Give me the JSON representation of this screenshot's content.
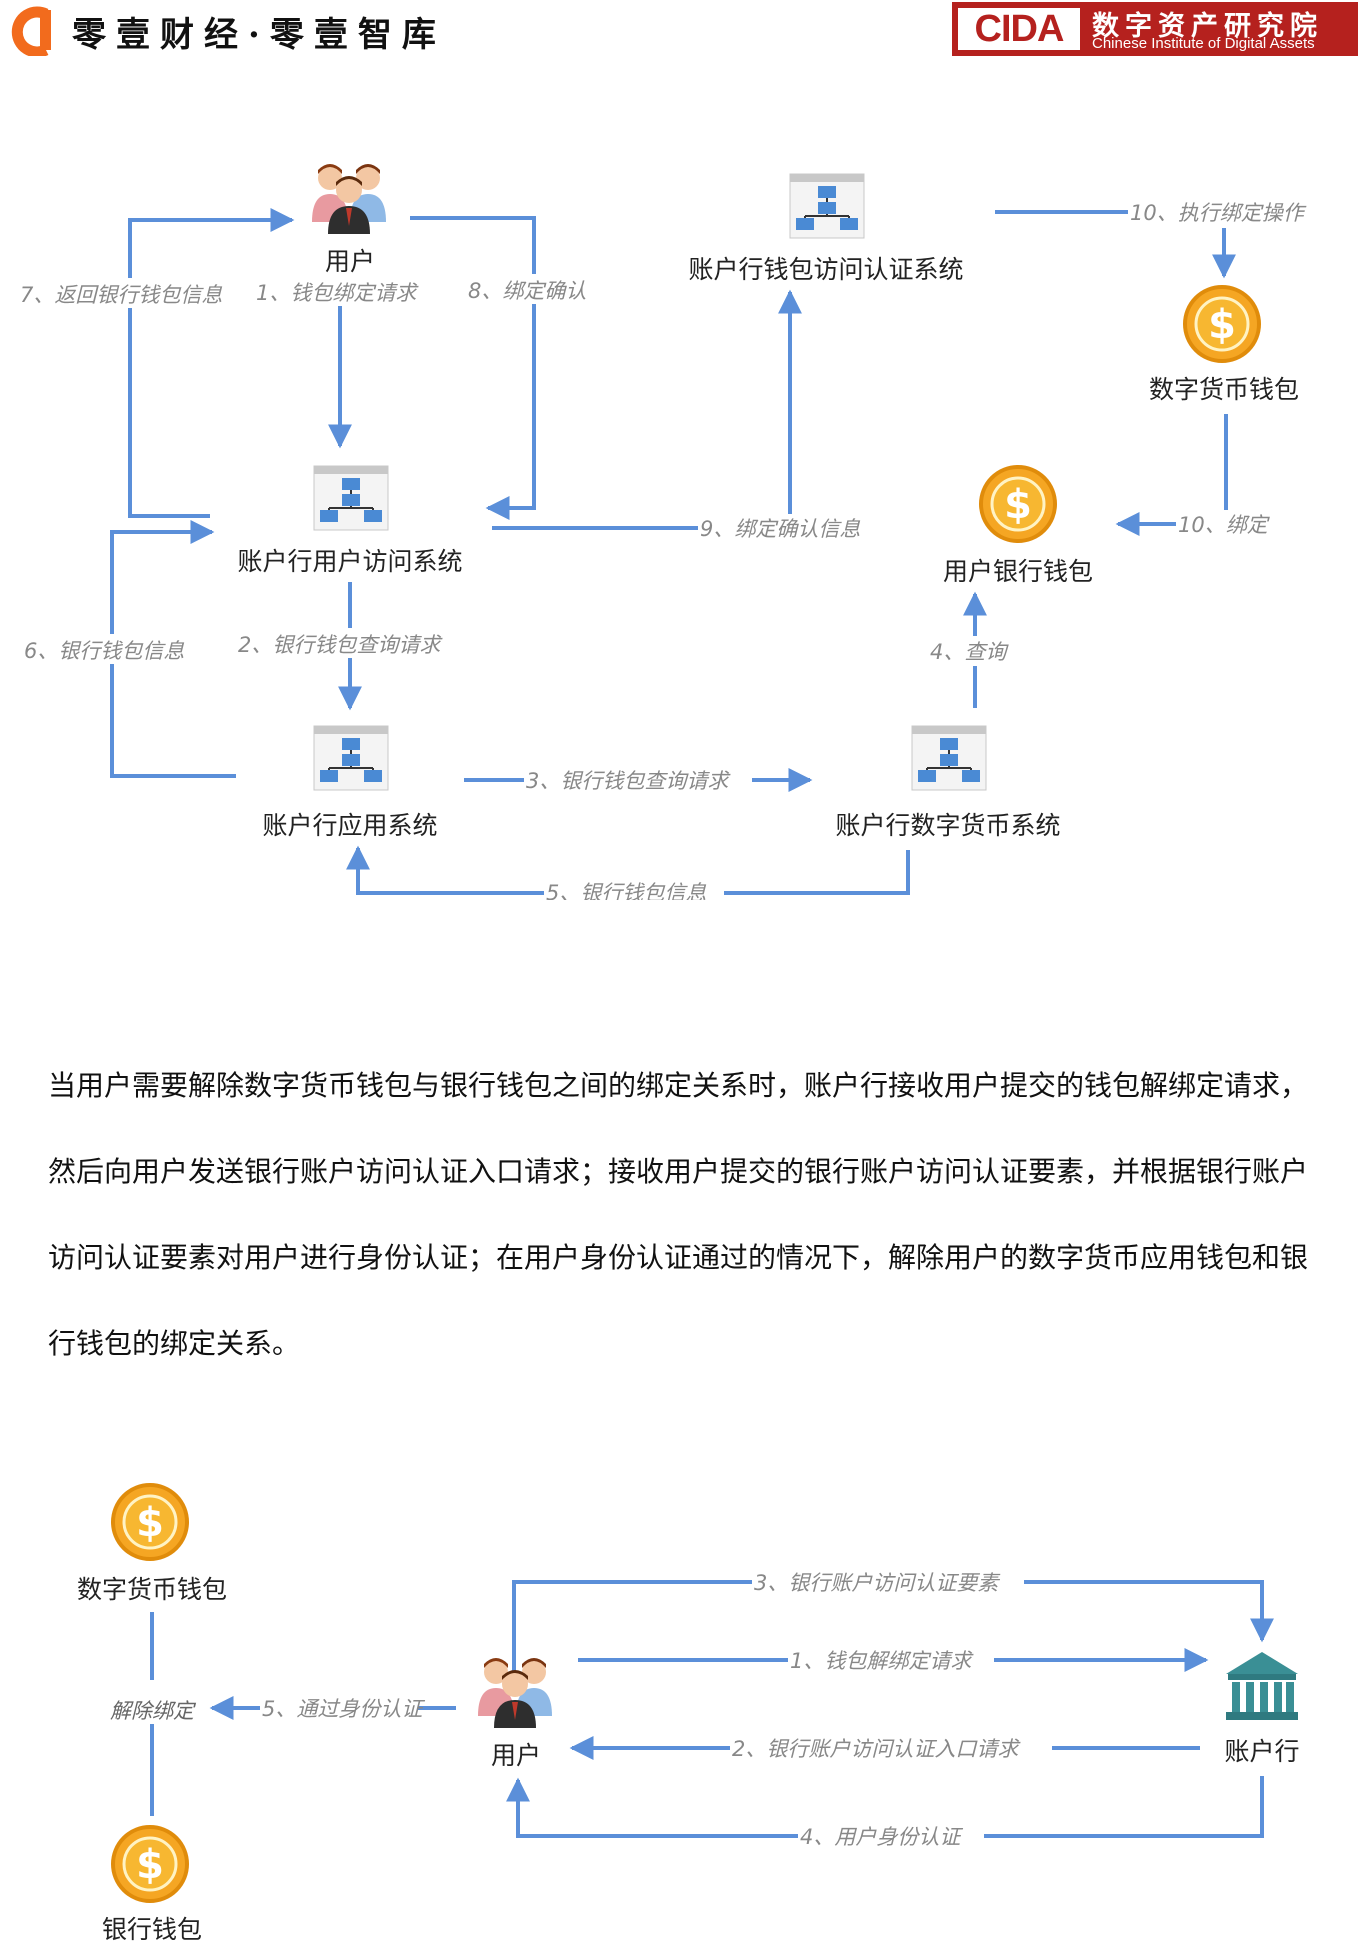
{
  "header": {
    "left_brand": "零壹财经·零壹智库",
    "right_brand_abbr": "CIDA",
    "right_brand_cn": "数字资产研究院",
    "right_brand_en": "Chinese Institute of Digital Assets"
  },
  "colors": {
    "arrow": "#5b8fd9",
    "coin": "#f5a623",
    "brand_red": "#b5211e",
    "logo_orange": "#f26b1d",
    "bank": "#3a8f95"
  },
  "diagram1": {
    "nodes": {
      "user": "用户",
      "access_system": "账户行用户访问系统",
      "app_system": "账户行应用系统",
      "wallet_auth_system": "账户行钱包访问认证系统",
      "digital_currency_wallet": "数字货币钱包",
      "user_bank_wallet": "用户银行钱包",
      "digital_currency_system": "账户行数字货币系统"
    },
    "edges": {
      "e1": "1、钱包绑定请求",
      "e2": "2、银行钱包查询请求",
      "e3": "3、银行钱包查询请求",
      "e4": "4、查询",
      "e5": "5、银行钱包信息",
      "e6": "6、银行钱包信息",
      "e7": "7、返回银行钱包信息",
      "e8": "8、绑定确认",
      "e9": "9、绑定确认信息",
      "e10a": "10、执行绑定操作",
      "e10b": "10、绑定"
    }
  },
  "paragraph": "当用户需要解除数字货币钱包与银行钱包之间的绑定关系时，账户行接收用户提交的钱包解绑定请求，然后向用户发送银行账户访问认证入口请求；接收用户提交的银行账户访问认证要素，并根据银行账户访问认证要素对用户进行身份认证；在用户身份认证通过的情况下，解除用户的数字货币应用钱包和银行钱包的绑定关系。",
  "diagram2": {
    "nodes": {
      "digital_currency_wallet": "数字货币钱包",
      "bank_wallet": "银行钱包",
      "user": "用户",
      "bank": "账户行",
      "unbind": "解除绑定"
    },
    "edges": {
      "e1": "1、钱包解绑定请求",
      "e2": "2、银行账户访问认证入口请求",
      "e3": "3、银行账户访问认证要素",
      "e4": "4、用户身份认证",
      "e5": "5、通过身份认证"
    }
  }
}
